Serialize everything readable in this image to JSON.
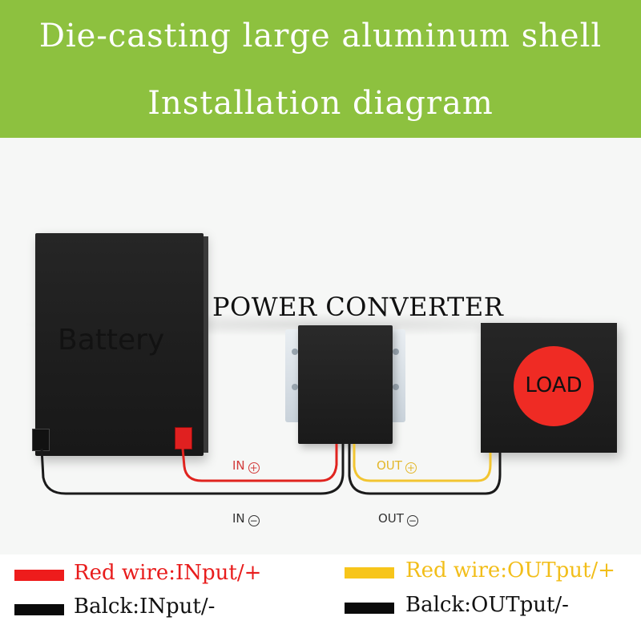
{
  "header": {
    "line1": "Die-casting large aluminum shell",
    "line2": "Installation diagram",
    "background": "#8dc13f"
  },
  "diagram": {
    "battery_label": "Battery",
    "converter_title": "POWER CONVERTER",
    "load_label": "LOAD",
    "wire_labels": {
      "in_plus": "IN",
      "in_minus": "IN",
      "out_plus": "OUT",
      "out_minus": "OUT",
      "plus_symbol": "+",
      "minus_symbol": "−"
    },
    "colors": {
      "input_positive_wire": "#e0241f",
      "output_positive_wire": "#f2c531",
      "negative_wire": "#1a1a1a",
      "load_circle": "#ef2b24"
    }
  },
  "legend": {
    "red_input": {
      "label": "Red wire:INput/+",
      "swatch": "#ee1c1c",
      "text_color": "#e81c1c"
    },
    "black_input": {
      "label": "Balck:INput/-",
      "swatch": "#0a0a0a",
      "text_color": "#111111"
    },
    "yellow_output": {
      "label": "Red wire:OUTput/+",
      "swatch": "#f7c51a",
      "text_color": "#f2be1a"
    },
    "black_output": {
      "label": "Balck:OUTput/-",
      "swatch": "#0a0a0a",
      "text_color": "#111111"
    }
  }
}
